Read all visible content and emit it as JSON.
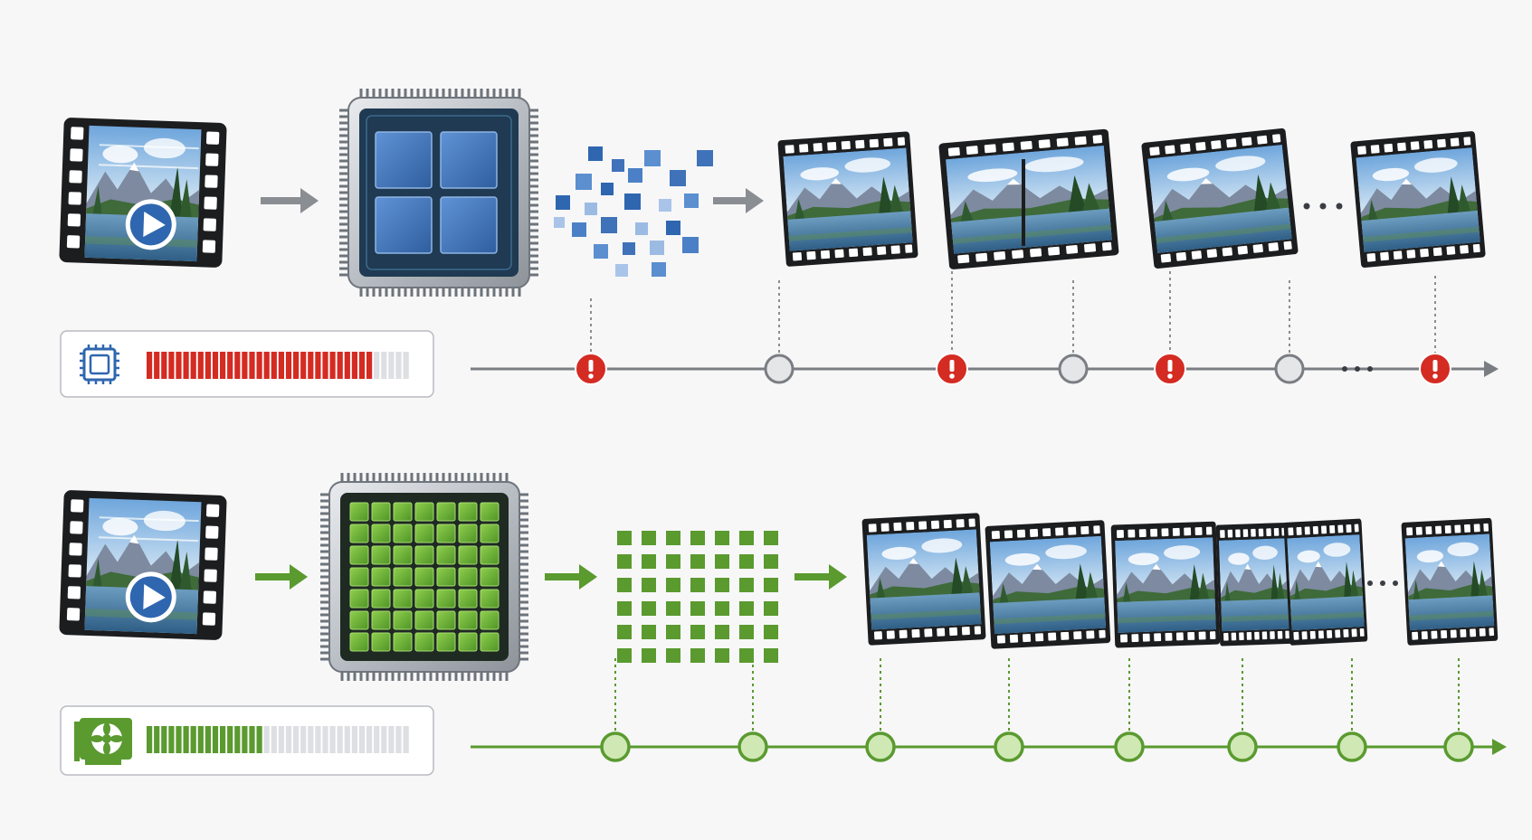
{
  "colors": {
    "background": "#f7f7f8",
    "cpu_accent": "#3f72b8",
    "cpu_chip": "#1f3a52",
    "gpu_accent": "#5a9a2f",
    "gpu_chip": "#1e2a22",
    "error_red": "#d42b22",
    "neutral_gray": "#7a7d82",
    "film_black": "#1c1d1f"
  },
  "icons": {
    "video": "video-play-icon",
    "cpu": "cpu-chip-icon",
    "gpu": "gpu-card-icon",
    "error": "exclamation-icon",
    "arrow": "arrow-right-icon",
    "ellipsis": "ellipsis-icon"
  },
  "cpu_row": {
    "load_level": 0.87,
    "core_grid": [
      2,
      2
    ],
    "frame_count_shown": 4,
    "timeline_events": [
      "error",
      "ok",
      "error",
      "ok",
      "error",
      "ok",
      "more",
      "error"
    ]
  },
  "gpu_row": {
    "load_level": 0.44,
    "core_grid": [
      7,
      7
    ],
    "frame_count_shown": 6,
    "timeline_events": [
      "ok",
      "ok",
      "ok",
      "ok",
      "ok",
      "ok",
      "ok",
      "ok"
    ]
  }
}
